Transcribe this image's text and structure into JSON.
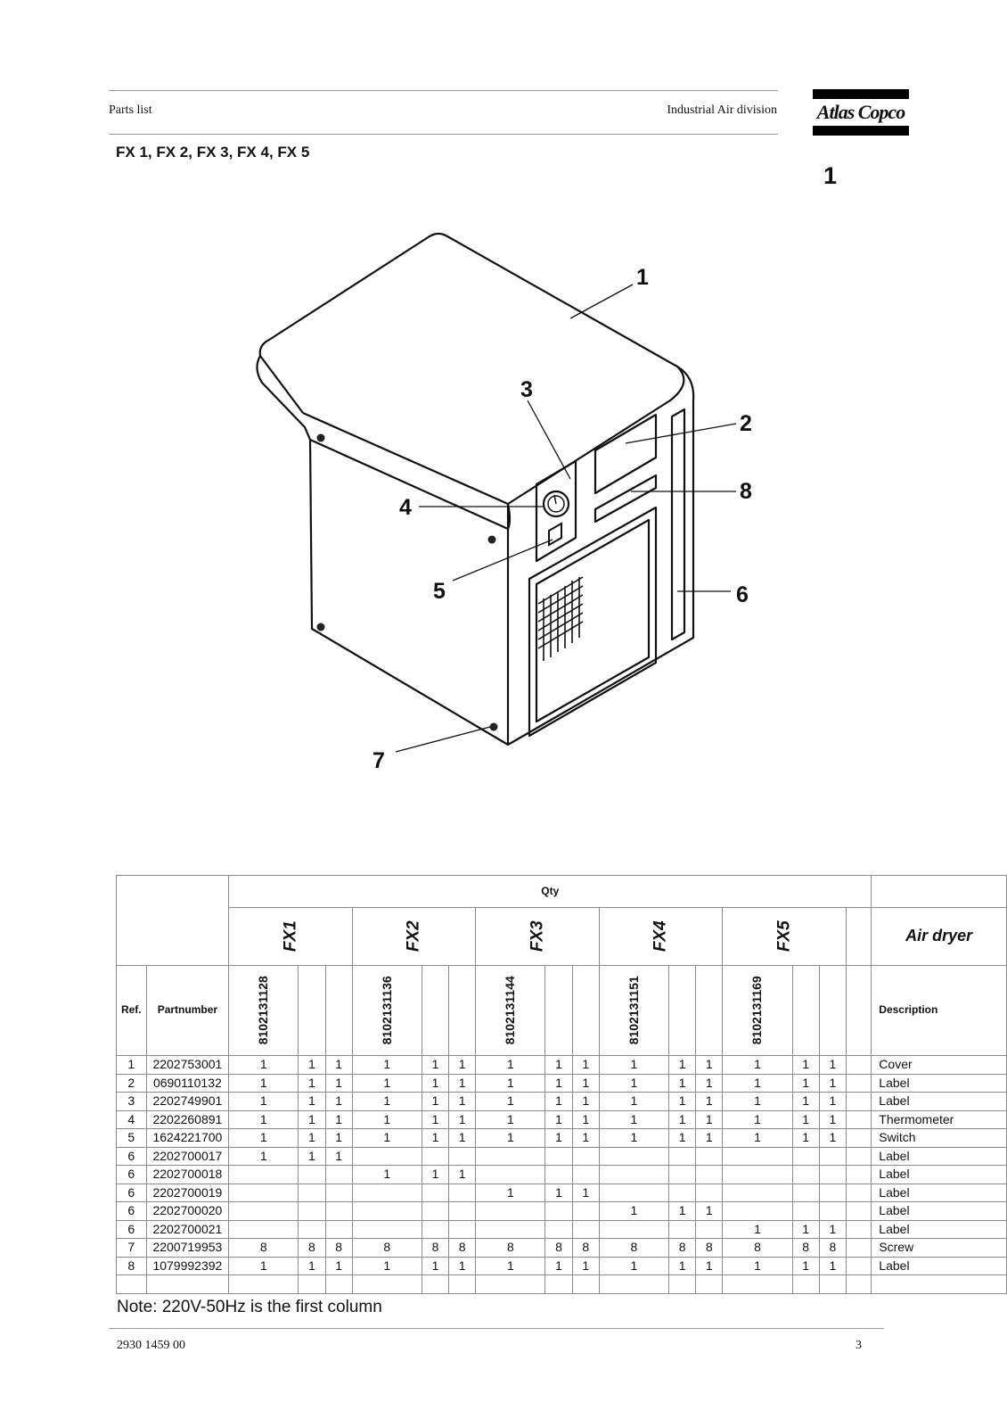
{
  "header": {
    "left": "Parts list",
    "right": "Industrial Air division",
    "logo": "Atlas Copco"
  },
  "title": "FX 1, FX 2, FX 3, FX 4, FX 5",
  "page_group": "1",
  "drawing": {
    "callouts": [
      "1",
      "2",
      "3",
      "4",
      "5",
      "6",
      "7",
      "8"
    ]
  },
  "table": {
    "qty_label": "Qty",
    "groups": [
      "FX1",
      "FX2",
      "FX3",
      "FX4",
      "FX5"
    ],
    "product": "Air dryer",
    "ref_label": "Ref.",
    "partnumber_label": "Partnumber",
    "description_label": "Description",
    "model_partnumbers": [
      "8102131128",
      "8102131136",
      "8102131144",
      "8102131151",
      "8102131169"
    ],
    "rows": [
      {
        "ref": "1",
        "partnumber": "2202753001",
        "qty": [
          "1",
          "1",
          "1",
          "1",
          "1",
          "1",
          "1",
          "1",
          "1",
          "1",
          "1",
          "1",
          "1",
          "1",
          "1"
        ],
        "description": "Cover"
      },
      {
        "ref": "2",
        "partnumber": "0690110132",
        "qty": [
          "1",
          "1",
          "1",
          "1",
          "1",
          "1",
          "1",
          "1",
          "1",
          "1",
          "1",
          "1",
          "1",
          "1",
          "1"
        ],
        "description": "Label"
      },
      {
        "ref": "3",
        "partnumber": "2202749901",
        "qty": [
          "1",
          "1",
          "1",
          "1",
          "1",
          "1",
          "1",
          "1",
          "1",
          "1",
          "1",
          "1",
          "1",
          "1",
          "1"
        ],
        "description": "Label"
      },
      {
        "ref": "4",
        "partnumber": "2202260891",
        "qty": [
          "1",
          "1",
          "1",
          "1",
          "1",
          "1",
          "1",
          "1",
          "1",
          "1",
          "1",
          "1",
          "1",
          "1",
          "1"
        ],
        "description": "Thermometer"
      },
      {
        "ref": "5",
        "partnumber": "1624221700",
        "qty": [
          "1",
          "1",
          "1",
          "1",
          "1",
          "1",
          "1",
          "1",
          "1",
          "1",
          "1",
          "1",
          "1",
          "1",
          "1"
        ],
        "description": "Switch"
      },
      {
        "ref": "6",
        "partnumber": "2202700017",
        "qty": [
          "1",
          "1",
          "1",
          "",
          "",
          "",
          "",
          "",
          "",
          "",
          "",
          "",
          "",
          "",
          ""
        ],
        "description": "Label"
      },
      {
        "ref": "6",
        "partnumber": "2202700018",
        "qty": [
          "",
          "",
          "",
          "1",
          "1",
          "1",
          "",
          "",
          "",
          "",
          "",
          "",
          "",
          "",
          ""
        ],
        "description": "Label"
      },
      {
        "ref": "6",
        "partnumber": "2202700019",
        "qty": [
          "",
          "",
          "",
          "",
          "",
          "",
          "1",
          "1",
          "1",
          "",
          "",
          "",
          "",
          "",
          ""
        ],
        "description": "Label"
      },
      {
        "ref": "6",
        "partnumber": "2202700020",
        "qty": [
          "",
          "",
          "",
          "",
          "",
          "",
          "",
          "",
          "",
          "1",
          "1",
          "1",
          "",
          "",
          ""
        ],
        "description": "Label"
      },
      {
        "ref": "6",
        "partnumber": "2202700021",
        "qty": [
          "",
          "",
          "",
          "",
          "",
          "",
          "",
          "",
          "",
          "",
          "",
          "",
          "1",
          "1",
          "1"
        ],
        "description": "Label"
      },
      {
        "ref": "7",
        "partnumber": "2200719953",
        "qty": [
          "8",
          "8",
          "8",
          "8",
          "8",
          "8",
          "8",
          "8",
          "8",
          "8",
          "8",
          "8",
          "8",
          "8",
          "8"
        ],
        "description": "Screw"
      },
      {
        "ref": "8",
        "partnumber": "1079992392",
        "qty": [
          "1",
          "1",
          "1",
          "1",
          "1",
          "1",
          "1",
          "1",
          "1",
          "1",
          "1",
          "1",
          "1",
          "1",
          "1"
        ],
        "description": "Label"
      }
    ]
  },
  "note": "Note: 220V-50Hz is the first column",
  "footer": {
    "doc_number": "2930 1459 00",
    "page_number": "3"
  }
}
